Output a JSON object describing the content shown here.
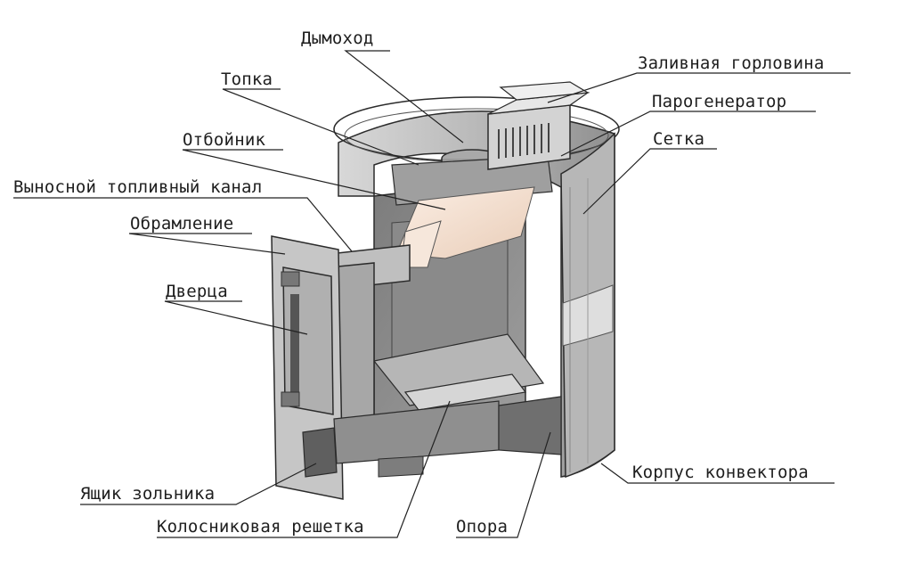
{
  "diagram": {
    "labels": {
      "dymokhod": "Дымоход",
      "zalivnaya": "Заливная горловина",
      "topka": "Топка",
      "parogenerator": "Парогенератор",
      "otboynik": "Отбойник",
      "setka": "Сетка",
      "vynosnoy": "Выносной топливный канал",
      "obramlenie": "Обрамление",
      "dvertsa": "Дверца",
      "korpus": "Корпус конвектора",
      "yashchik": "Ящик зольника",
      "kolosnik": "Колосниковая решетка",
      "opora": "Опора"
    },
    "colors": {
      "steel_light": "#c9c9c9",
      "steel_mid": "#a3a3a3",
      "steel_dark": "#6e6e6e",
      "chamber": "#8d8d8d",
      "flame_glow": "#f4e3d6",
      "outline": "#2b2b2b"
    }
  }
}
